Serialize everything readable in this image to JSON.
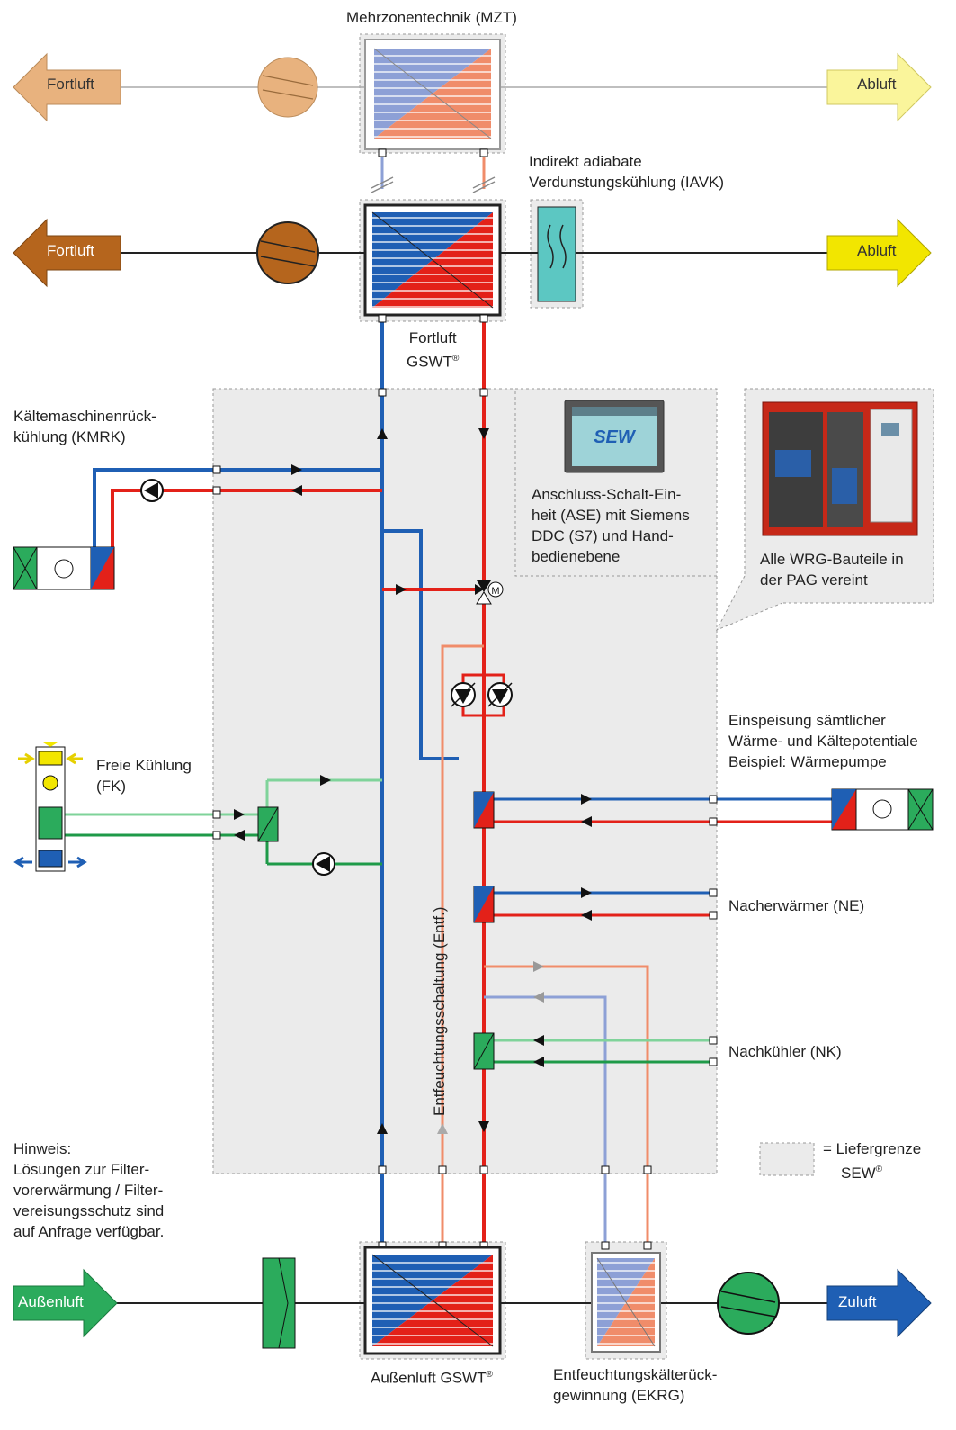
{
  "labels": {
    "mzt": "Mehrzonentechnik (MZT)",
    "iavk": "Indirekt adiabate\nVerdunstungskühlung (IAVK)",
    "fortluft_gswt_line1": "Fortluft",
    "fortluft_gswt_line2": "GSWT",
    "kmrk": "Kältemaschinenrück-\nkühlung (KMRK)",
    "ase": "Anschluss-Schalt-Ein-\nheit (ASE) mit Siemens\nDDC (S7) und Hand-\nbedienebene",
    "pag": "Alle WRG-Bauteile in\nder PAG vereint",
    "fk": "Freie Kühlung\n(FK)",
    "einspeisung": "Einspeisung sämtlicher\nWärme- und Kältepotentiale\nBeispiel: Wärmepumpe",
    "ne": "Nacherwärmer (NE)",
    "nk": "Nachkühler (NK)",
    "entf": "Entfeuchtungsschaltung (Entf.)",
    "hinweis": "Hinweis:\nLösungen zur Filter-\nvorerwärmung / Filter-\nvereisungsschutz sind\nauf Anfrage verfügbar.",
    "liefergrenze_line1": "=  Liefergrenze",
    "liefergrenze_line2": "SEW",
    "aussenluft_gswt": "Außenluft GSWT",
    "ekrg": "Entfeuchtungskälterück-\ngewinnung (EKRG)",
    "registered": "®"
  },
  "arrows": {
    "fortluft_top": "Fortluft",
    "abluft_top": "Abluft",
    "fortluft_mid": "Fortluft",
    "abluft_mid": "Abluft",
    "aussenluft": "Außenluft",
    "zuluft": "Zuluft"
  },
  "screen_logo": "SEW",
  "colors": {
    "blue": "#1f5fb4",
    "red": "#e32119",
    "green_dark": "#1e9a48",
    "green_light": "#7fd39a",
    "salmon": "#f08c6a",
    "lavender": "#8da0d6",
    "brown": "#b5651d",
    "yellow": "#f2e600",
    "grey_area": "#ebebeb"
  }
}
